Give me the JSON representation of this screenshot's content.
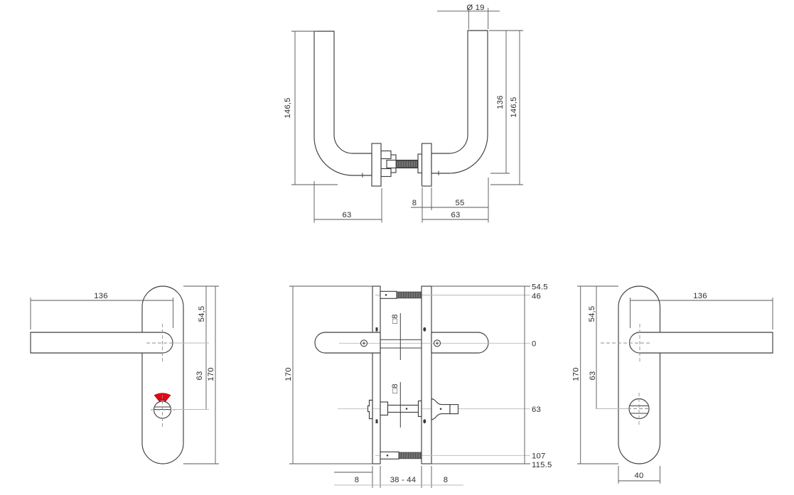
{
  "colors": {
    "line": "#3f3f3f",
    "dimension": "#555555",
    "centerline": "#b9b9b9",
    "indicator_red": "#e30613"
  },
  "views": {
    "top": {
      "diameter": "Ø 19",
      "height_left": "146,5",
      "height_inner_right": "136",
      "height_right": "146,5",
      "rosette_thickness": "8",
      "grip_clearance": "55",
      "projection_left": "63",
      "projection_right": "63"
    },
    "backplate_left": {
      "handle_length": "136",
      "top_to_handle_axis": "54,5",
      "handle_axis_to_turn": "63",
      "plate_height": "170"
    },
    "section": {
      "plate_height": "170",
      "spindle_square_top": "□8",
      "spindle_square_bottom": "□8",
      "offsets": [
        "54.5",
        "46",
        "0",
        "63",
        "107",
        "115.5"
      ],
      "door_thickness": [
        "8",
        "38 - 44",
        "8"
      ]
    },
    "backplate_right": {
      "handle_length": "136",
      "top_to_handle_axis": "54,5",
      "handle_axis_to_turn": "63",
      "plate_height": "170",
      "plate_width": "40"
    }
  }
}
